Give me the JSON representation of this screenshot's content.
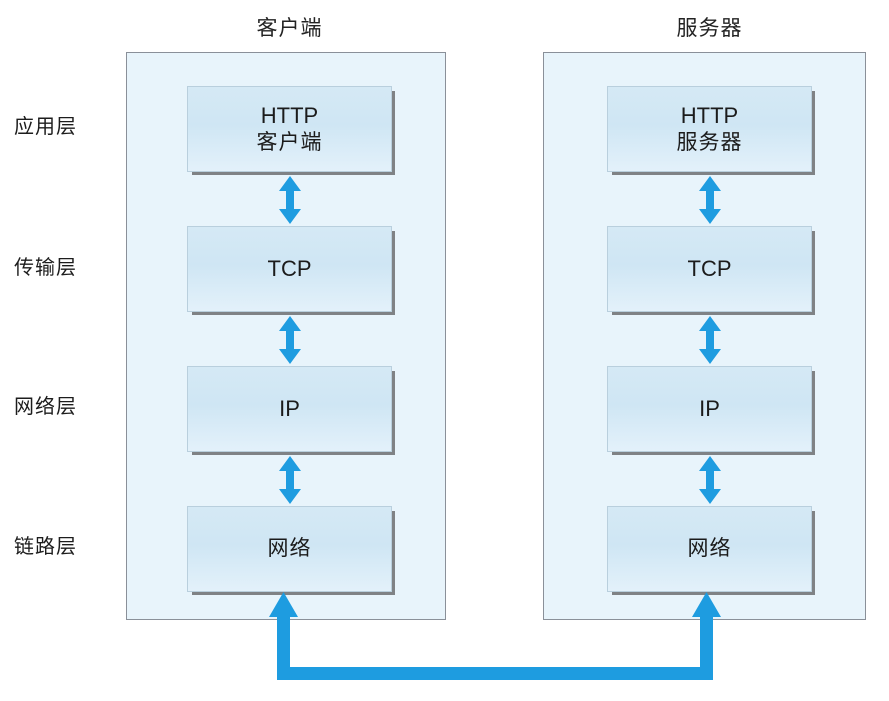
{
  "diagram": {
    "title_client": "客户端",
    "title_server": "服务器",
    "accent_color": "#1e9ce0",
    "host_fill": "#e8f4fb",
    "host_border": "#8a9099",
    "box_shadow_color": "#7f8285"
  },
  "layer_labels": [
    {
      "name": "application",
      "label": "应用层"
    },
    {
      "name": "transport",
      "label": "传输层"
    },
    {
      "name": "network",
      "label": "网络层"
    },
    {
      "name": "link",
      "label": "链路层"
    }
  ],
  "client_stack": [
    {
      "name": "http-client",
      "line1": "HTTP",
      "line2": "客户端"
    },
    {
      "name": "tcp",
      "line1": "TCP",
      "line2": ""
    },
    {
      "name": "ip",
      "line1": "IP",
      "line2": ""
    },
    {
      "name": "link",
      "line1": "网络",
      "line2": ""
    }
  ],
  "server_stack": [
    {
      "name": "http-server",
      "line1": "HTTP",
      "line2": "服务器"
    },
    {
      "name": "tcp",
      "line1": "TCP",
      "line2": ""
    },
    {
      "name": "ip",
      "line1": "IP",
      "line2": ""
    },
    {
      "name": "link",
      "line1": "网络",
      "line2": ""
    }
  ]
}
